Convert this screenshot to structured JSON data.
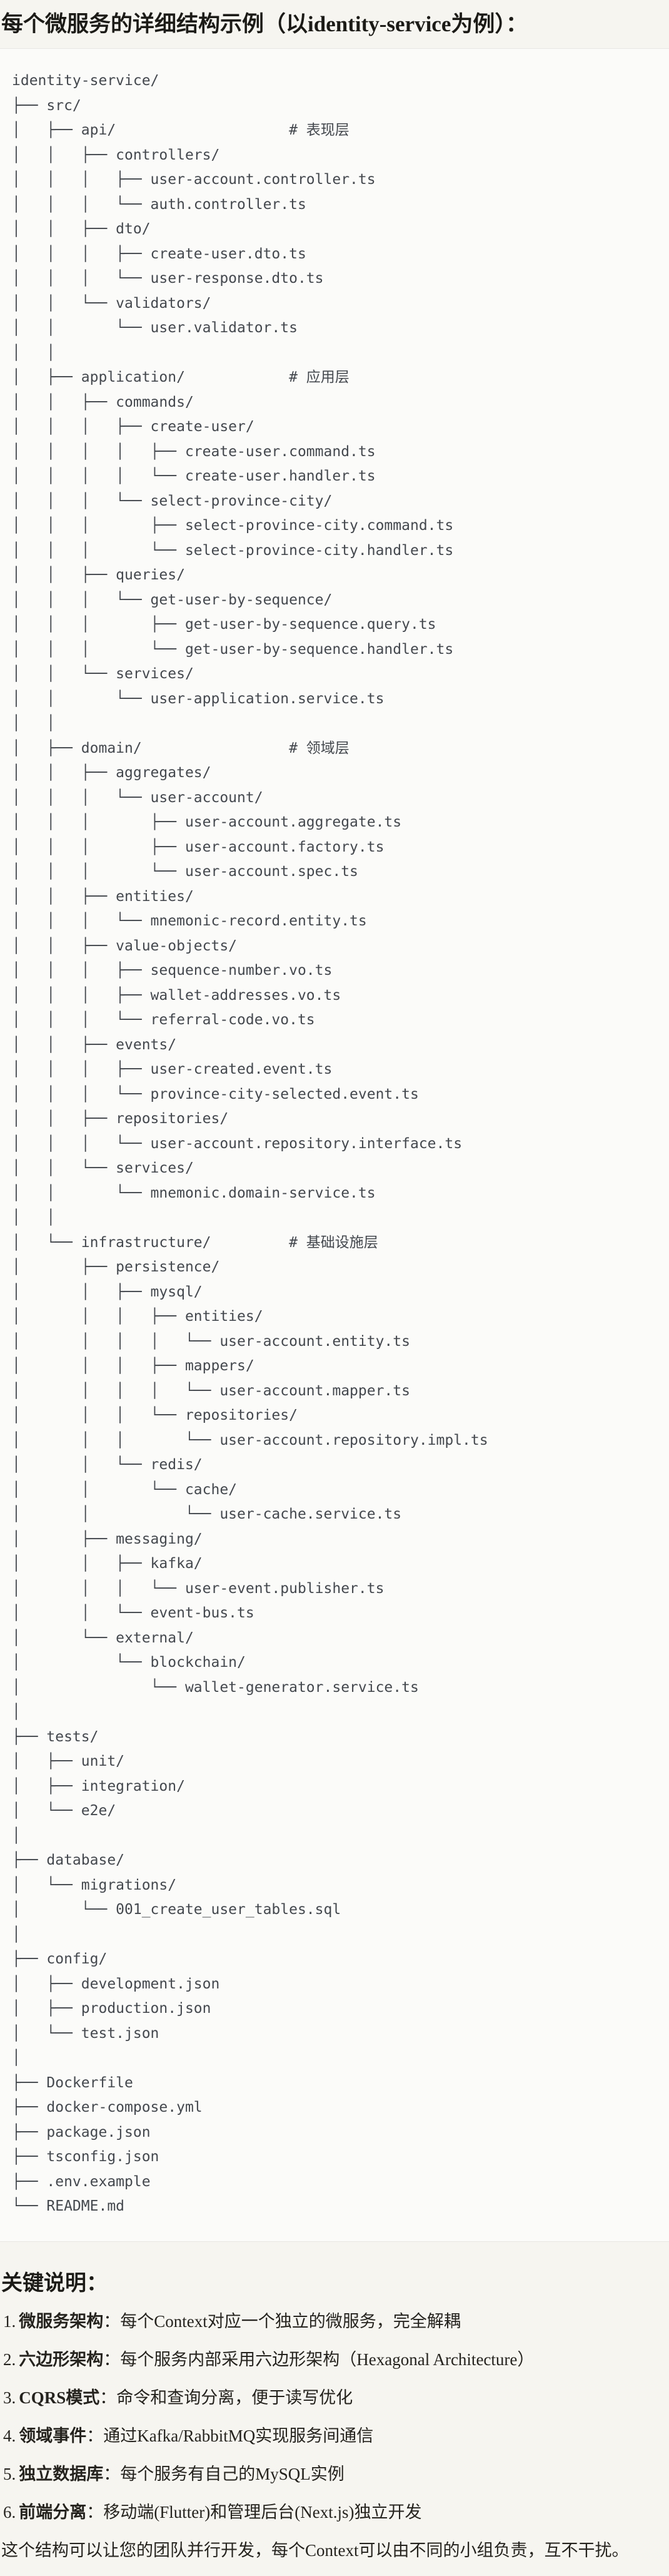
{
  "title": "每个微服务的详细结构示例（以identity-service为例）：",
  "tree": {
    "lines": [
      "identity-service/",
      "├── src/",
      "│   ├── api/                    # 表现层",
      "│   │   ├── controllers/",
      "│   │   │   ├── user-account.controller.ts",
      "│   │   │   └── auth.controller.ts",
      "│   │   ├── dto/",
      "│   │   │   ├── create-user.dto.ts",
      "│   │   │   └── user-response.dto.ts",
      "│   │   └── validators/",
      "│   │       └── user.validator.ts",
      "│   │",
      "│   ├── application/            # 应用层",
      "│   │   ├── commands/",
      "│   │   │   ├── create-user/",
      "│   │   │   │   ├── create-user.command.ts",
      "│   │   │   │   └── create-user.handler.ts",
      "│   │   │   └── select-province-city/",
      "│   │   │       ├── select-province-city.command.ts",
      "│   │   │       └── select-province-city.handler.ts",
      "│   │   ├── queries/",
      "│   │   │   └── get-user-by-sequence/",
      "│   │   │       ├── get-user-by-sequence.query.ts",
      "│   │   │       └── get-user-by-sequence.handler.ts",
      "│   │   └── services/",
      "│   │       └── user-application.service.ts",
      "│   │",
      "│   ├── domain/                 # 领域层",
      "│   │   ├── aggregates/",
      "│   │   │   └── user-account/",
      "│   │   │       ├── user-account.aggregate.ts",
      "│   │   │       ├── user-account.factory.ts",
      "│   │   │       └── user-account.spec.ts",
      "│   │   ├── entities/",
      "│   │   │   └── mnemonic-record.entity.ts",
      "│   │   ├── value-objects/",
      "│   │   │   ├── sequence-number.vo.ts",
      "│   │   │   ├── wallet-addresses.vo.ts",
      "│   │   │   └── referral-code.vo.ts",
      "│   │   ├── events/",
      "│   │   │   ├── user-created.event.ts",
      "│   │   │   └── province-city-selected.event.ts",
      "│   │   ├── repositories/",
      "│   │   │   └── user-account.repository.interface.ts",
      "│   │   └── services/",
      "│   │       └── mnemonic.domain-service.ts",
      "│   │",
      "│   └── infrastructure/         # 基础设施层",
      "│       ├── persistence/",
      "│       │   ├── mysql/",
      "│       │   │   ├── entities/",
      "│       │   │   │   └── user-account.entity.ts",
      "│       │   │   ├── mappers/",
      "│       │   │   │   └── user-account.mapper.ts",
      "│       │   │   └── repositories/",
      "│       │   │       └── user-account.repository.impl.ts",
      "│       │   └── redis/",
      "│       │       └── cache/",
      "│       │           └── user-cache.service.ts",
      "│       ├── messaging/",
      "│       │   ├── kafka/",
      "│       │   │   └── user-event.publisher.ts",
      "│       │   └── event-bus.ts",
      "│       └── external/",
      "│           └── blockchain/",
      "│               └── wallet-generator.service.ts",
      "│",
      "├── tests/",
      "│   ├── unit/",
      "│   ├── integration/",
      "│   └── e2e/",
      "│",
      "├── database/",
      "│   └── migrations/",
      "│       └── 001_create_user_tables.sql",
      "│",
      "├── config/",
      "│   ├── development.json",
      "│   ├── production.json",
      "│   └── test.json",
      "│",
      "├── Dockerfile",
      "├── docker-compose.yml",
      "├── package.json",
      "├── tsconfig.json",
      "├── .env.example",
      "└── README.md"
    ]
  },
  "notes": {
    "heading": "关键说明：",
    "items": [
      {
        "num": "1.",
        "term": "微服务架构",
        "sep": "：",
        "desc": "每个Context对应一个独立的微服务，完全解耦"
      },
      {
        "num": "2.",
        "term": "六边形架构",
        "sep": "：",
        "desc": "每个服务内部采用六边形架构（Hexagonal Architecture）"
      },
      {
        "num": "3.",
        "term": "CQRS模式",
        "sep": "：",
        "desc": "命令和查询分离，便于读写优化"
      },
      {
        "num": "4.",
        "term": "领域事件",
        "sep": "：",
        "desc": "通过Kafka/RabbitMQ实现服务间通信"
      },
      {
        "num": "5.",
        "term": "独立数据库",
        "sep": "：",
        "desc": "每个服务有自己的MySQL实例"
      },
      {
        "num": "6.",
        "term": "前端分离",
        "sep": "：",
        "desc": "移动端(Flutter)和管理后台(Next.js)独立开发"
      }
    ],
    "footer": "这个结构可以让您的团队并行开发，每个Context可以由不同的小组负责，互不干扰。"
  },
  "colors": {
    "page_bg": "#f6f5f0",
    "code_bg": "#fbfbf9",
    "border": "#e8e7e3",
    "heading_text": "#1c1b17",
    "tree_text": "#44484e",
    "body_text": "#25231e"
  }
}
